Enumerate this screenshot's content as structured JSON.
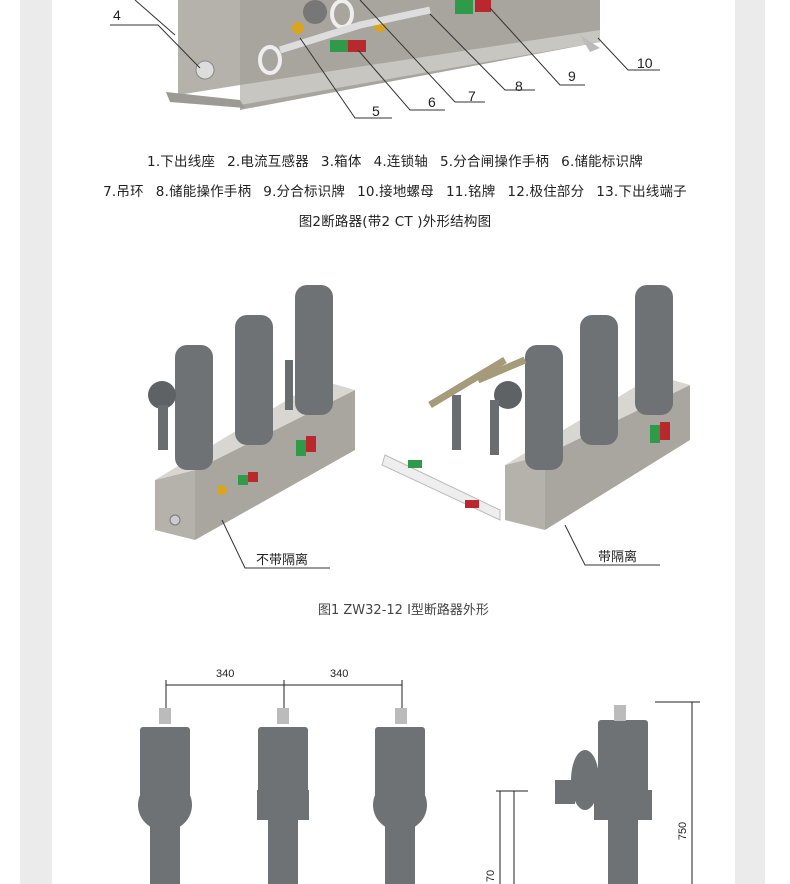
{
  "figure2": {
    "callouts": [
      "4",
      "5",
      "6",
      "7",
      "8",
      "9",
      "10"
    ],
    "legend_line1": [
      "1.下出线座",
      "2.电流互感器",
      "3.箱体",
      "4.连锁轴",
      "5.分合闸操作手柄",
      "6.储能标识牌"
    ],
    "legend_line2": [
      "7.吊环",
      "8.储能操作手柄",
      "9.分合标识牌",
      "10.接地螺母",
      "11.铭牌",
      "12.极住部分",
      "13.下出线端子"
    ],
    "caption": "图2断路器(带2 CT )外形结构图"
  },
  "figure1": {
    "left_label": "不带隔离",
    "right_label": "带隔离",
    "caption": "图1 ZW32-12 Ⅰ型断路器外形"
  },
  "dimension_drawing": {
    "spacing_left": "340",
    "spacing_right": "340",
    "height": "750",
    "partial_height": "70"
  },
  "colors": {
    "gutter": "#ebebeb",
    "porcelain": "#6f7274",
    "steel": "#b8b4ab",
    "green": "#2f9a4a",
    "red": "#b8282c"
  }
}
